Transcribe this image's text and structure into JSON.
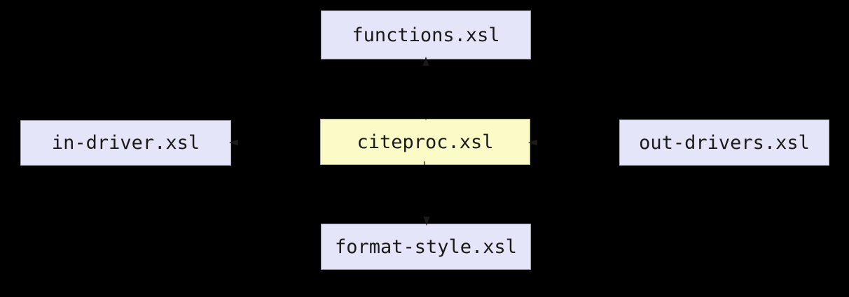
{
  "diagram": {
    "type": "dependency-graph",
    "background": "#000000",
    "nodes": [
      {
        "id": "functions",
        "label": "functions.xsl",
        "fill": "#e5e5f9",
        "role": "module"
      },
      {
        "id": "in-driver",
        "label": "in-driver.xsl",
        "fill": "#e5e5f9",
        "role": "module"
      },
      {
        "id": "citeproc",
        "label": "citeproc.xsl",
        "fill": "#fbfbc8",
        "role": "central-module-highlighted"
      },
      {
        "id": "out-drivers",
        "label": "out-drivers.xsl",
        "fill": "#e5e5f9",
        "role": "module"
      },
      {
        "id": "format-style",
        "label": "format-style.xsl",
        "fill": "#e5e5f9",
        "role": "module"
      }
    ],
    "edges": [
      {
        "from": "citeproc",
        "to": "functions",
        "direction": "up"
      },
      {
        "from": "citeproc",
        "to": "in-driver",
        "direction": "left"
      },
      {
        "from": "out-drivers",
        "to": "citeproc",
        "direction": "left"
      },
      {
        "from": "citeproc",
        "to": "format-style",
        "direction": "down"
      }
    ],
    "colors": {
      "background": "#000000",
      "node_default": "#e5e5f9",
      "node_highlight": "#fbfbc8",
      "edge": "#000000",
      "text": "#1a1a1a"
    }
  }
}
